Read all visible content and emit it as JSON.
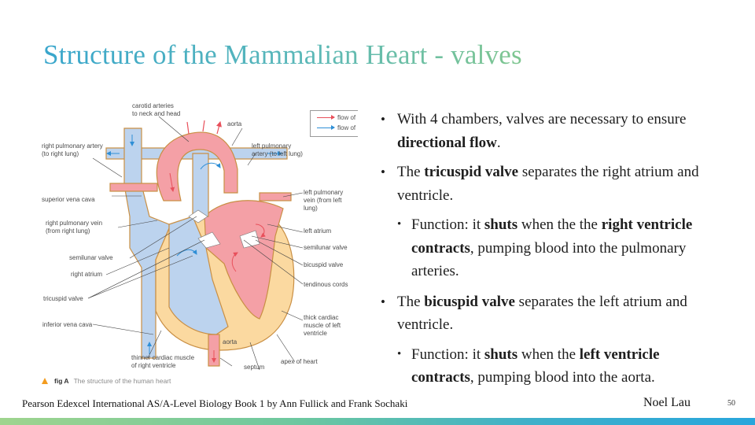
{
  "slide": {
    "title": "Structure of the Mammalian Heart - valves",
    "page_number": "50",
    "author": "Noel Lau",
    "source": "Pearson Edexcel International AS/A-Level Biology Book 1 by Ann Fullick and Frank Sochaki"
  },
  "figure": {
    "caption_tag": "fig A",
    "caption_text": "The structure of the human heart",
    "legend": [
      {
        "label": "flow of",
        "color": "#e8505b"
      },
      {
        "label": "flow of",
        "color": "#2f8fd6"
      }
    ],
    "labels": {
      "carotid": [
        "carotid arteries",
        "to neck and head"
      ],
      "aorta_top": "aorta",
      "right_pulmonary_artery": [
        "right pulmonary artery",
        "(to right lung)"
      ],
      "left_pulmonary_artery": [
        "left pulmonary",
        "artery (to left lung)"
      ],
      "superior_vena_cava": "superior vena cava",
      "left_pulmonary_vein": [
        "left pulmonary",
        "vein (from left",
        "lung)"
      ],
      "right_pulmonary_vein": [
        "right pulmonary vein",
        "(from right lung)"
      ],
      "left_atrium": "left atrium",
      "semilunar_valve_right": "semilunar valve",
      "semilunar_valve_left": "semilunar valve",
      "bicuspid_valve": "bicuspid valve",
      "right_atrium": "right atrium",
      "tendinous_cords": "tendinous cords",
      "tricuspid_valve": "tricuspid valve",
      "thick_muscle": [
        "thick cardiac",
        "muscle of left",
        "ventricle"
      ],
      "inferior_vena_cava": "inferior vena cava",
      "aorta_bottom": "aorta",
      "thinner_muscle": [
        "thinner cardiac muscle",
        "of right ventricle"
      ],
      "apex": "apex of heart",
      "septum": "septum"
    },
    "colors": {
      "oxygenated": "#f4a0a6",
      "deoxygenated": "#bcd3ee",
      "muscle": "#fbd9a0",
      "outline": "#d9a45a"
    }
  },
  "bullets": [
    {
      "level": 1,
      "parts": [
        {
          "text": "With 4 chambers, valves are necessary to ensure ",
          "bold": false
        },
        {
          "text": "directional flow",
          "bold": true
        },
        {
          "text": ".",
          "bold": false
        }
      ]
    },
    {
      "level": 1,
      "parts": [
        {
          "text": "The ",
          "bold": false
        },
        {
          "text": "tricuspid valve",
          "bold": true
        },
        {
          "text": " separates the right atrium and ventricle.",
          "bold": false
        }
      ]
    },
    {
      "level": 2,
      "parts": [
        {
          "text": "Function: it ",
          "bold": false
        },
        {
          "text": "shuts",
          "bold": true
        },
        {
          "text": " when the the ",
          "bold": false
        },
        {
          "text": "right ventricle contracts",
          "bold": true
        },
        {
          "text": ", pumping blood into the pulmonary arteries.",
          "bold": false
        }
      ]
    },
    {
      "level": 1,
      "parts": [
        {
          "text": "The ",
          "bold": false
        },
        {
          "text": "bicuspid valve",
          "bold": true
        },
        {
          "text": " separates the left atrium and ventricle.",
          "bold": false
        }
      ]
    },
    {
      "level": 2,
      "parts": [
        {
          "text": "Function: it ",
          "bold": false
        },
        {
          "text": "shuts",
          "bold": true
        },
        {
          "text": " when the ",
          "bold": false
        },
        {
          "text": "left ventricle contracts",
          "bold": true
        },
        {
          "text": ", pumping blood into the aorta.",
          "bold": false
        }
      ]
    }
  ]
}
